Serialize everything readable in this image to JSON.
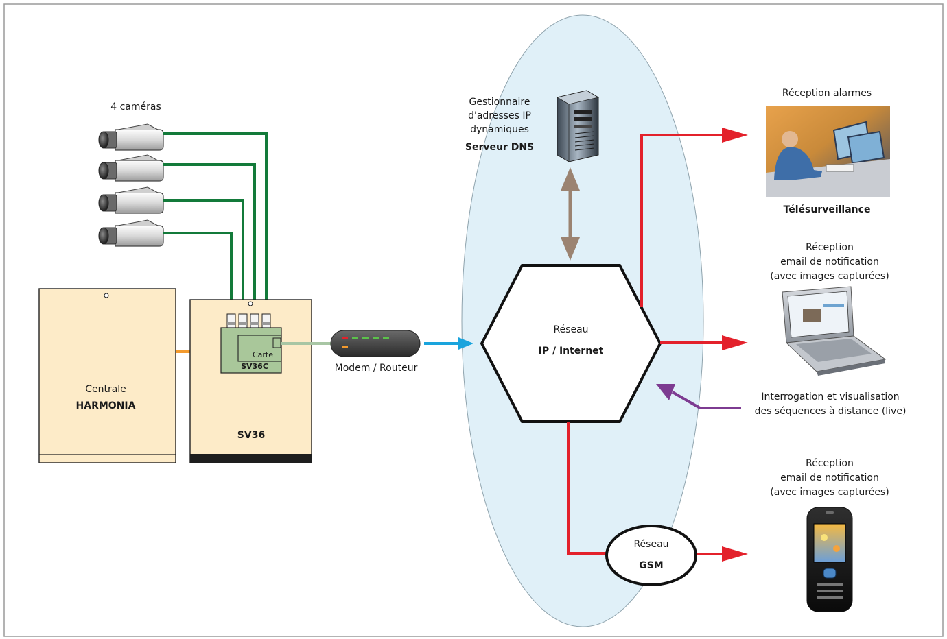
{
  "colors": {
    "frame": "#9a9a9a",
    "ellipse": "#e0f0f8",
    "box_fill": "#fdebc8",
    "board_fill": "#a9c79a",
    "camera_cable": "#137a3a",
    "red_link": "#e3212b",
    "brown_link": "#9b8371",
    "purple_link": "#7d3b91",
    "blue_link": "#1aa4dd",
    "orange_link": "#f39a2e",
    "grey_link": "#a8c6a4"
  },
  "cameras": {
    "label": "4 caméras",
    "count": 4
  },
  "central": {
    "line1": "Centrale",
    "line2": "HARMONIA"
  },
  "sv36": {
    "label": "SV36"
  },
  "board": {
    "line1": "Carte",
    "line2": "SV36C"
  },
  "modem": {
    "label": "Modem / Routeur"
  },
  "dns": {
    "line1": "Gestionnaire",
    "line2": "d'adresses IP",
    "line3": "dynamiques",
    "name": "Serveur DNS",
    "icon": "server-tower-icon"
  },
  "network": {
    "line1": "Réseau",
    "line2": "IP / Internet"
  },
  "gsm": {
    "line1": "Réseau",
    "line2": "GSM"
  },
  "telesurveillance": {
    "caption": "Réception alarmes",
    "name": "Télésurveillance",
    "icon": "operator-photo-icon"
  },
  "laptop": {
    "line1": "Réception",
    "line2": "email de notification",
    "line3": "(avec images capturées)",
    "icon": "laptop-icon"
  },
  "remote": {
    "line1": "Interrogation et visualisation",
    "line2": "des séquences à distance (live)"
  },
  "phone": {
    "line1": "Réception",
    "line2": "email de notification",
    "line3": "(avec images capturées)",
    "icon": "mobile-phone-icon"
  }
}
